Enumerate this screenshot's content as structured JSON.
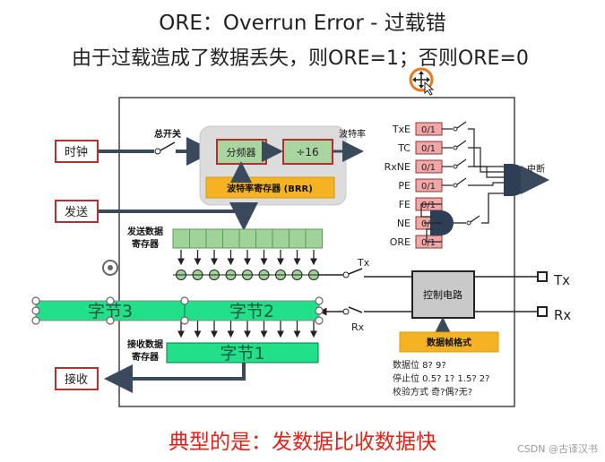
{
  "header": {
    "title": "ORE：Overrun Error - 过载错",
    "subtitle": "由于过载造成了数据丢失，则ORE=1；否则ORE=0"
  },
  "footer": {
    "note": "典型的是：发数据比收数据快",
    "watermark": "CSDN @古译汉书"
  },
  "diagram": {
    "clock": "时钟",
    "send": "发送",
    "receive": "接收",
    "master_switch": "总开关",
    "prescaler": "分频器",
    "divider": "÷16",
    "baud_out": "波特率",
    "brr": "波特率寄存器 (BRR)",
    "tx_data_reg": [
      "发送数据",
      "寄存器"
    ],
    "rx_data_reg": [
      "接收数据",
      "寄存器"
    ],
    "control": "控制电路",
    "frame_format": "数据帧格式",
    "interrupt": "中断",
    "tx_pin_label": "Tx",
    "rx_pin_label": "Rx",
    "tx_pin": "Tx",
    "rx_pin": "Rx",
    "flags_top": [
      {
        "name": "TxE",
        "value": "0/1"
      },
      {
        "name": "TC",
        "value": "0/1"
      },
      {
        "name": "RxNE",
        "value": "0/1"
      },
      {
        "name": "PE",
        "value": "0/1"
      }
    ],
    "flags_bottom": [
      {
        "name": "FE",
        "value": "0/1"
      },
      {
        "name": "NE",
        "value": "0/1"
      },
      {
        "name": "ORE",
        "value": "0/1"
      }
    ],
    "format_lines": [
      "数据位   8? 9?",
      "停止位   0.5? 1? 1.5? 2?",
      "校验方式  奇?偶?无?"
    ],
    "bytes": [
      "字节3",
      "字节2",
      "字节1"
    ]
  },
  "colors": {
    "red_text": "#e0231b",
    "register_green": "#9fd39a",
    "byte_green": "#22e08a",
    "flag_red": "#f2a7a7",
    "frame_orange": "#f5b323",
    "dark_line": "#3a4a5c"
  },
  "icons": [
    "move-cursor-icon",
    "rotate-handle-icon"
  ]
}
